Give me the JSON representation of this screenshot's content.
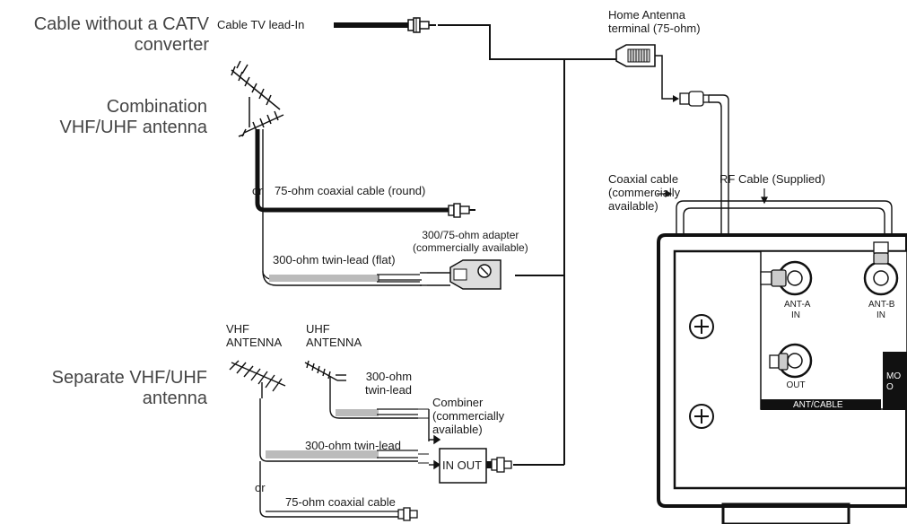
{
  "sections": {
    "cable_line1": "Cable without a CATV",
    "cable_line2": "converter",
    "combo_line1": "Combination",
    "combo_line2": "VHF/UHF antenna",
    "separate_line1": "Separate VHF/UHF",
    "separate_line2": "antenna"
  },
  "labels": {
    "cable_lead_in": "Cable TV lead-In",
    "home_antenna_line1": "Home Antenna",
    "home_antenna_line2": "terminal (75-ohm)",
    "or_1": "or",
    "coax_round": "75-ohm coaxial cable (round)",
    "adapter_line1": "300/75-ohm adapter",
    "adapter_line2": "(commercially available)",
    "twin_flat": "300-ohm twin-lead (flat)",
    "vhf_line1": "VHF",
    "vhf_line2": "ANTENNA",
    "uhf_line1": "UHF",
    "uhf_line2": "ANTENNA",
    "twin_uhf_line1": "300-ohm",
    "twin_uhf_line2": "twin-lead",
    "combiner_line1": "Combiner",
    "combiner_line2": "(commercially",
    "combiner_line3": "available)",
    "twin_vhf": "300-ohm twin-lead",
    "combiner_ports": "IN OUT",
    "or_2": "or",
    "coax_75": "75-ohm coaxial cable",
    "coax_commercial_line1": "Coaxial cable",
    "coax_commercial_line2": "(commercially",
    "coax_commercial_line3": "available)",
    "rf_cable": "RF Cable (Supplied)",
    "ant_a_line1": "ANT-A",
    "ant_a_line2": "IN",
    "ant_b_line1": "ANT-B",
    "ant_b_line2": "IN",
    "out": "OUT",
    "ant_cable": "ANT/CABLE",
    "mon_line1": "MO",
    "mon_line2": "O"
  }
}
